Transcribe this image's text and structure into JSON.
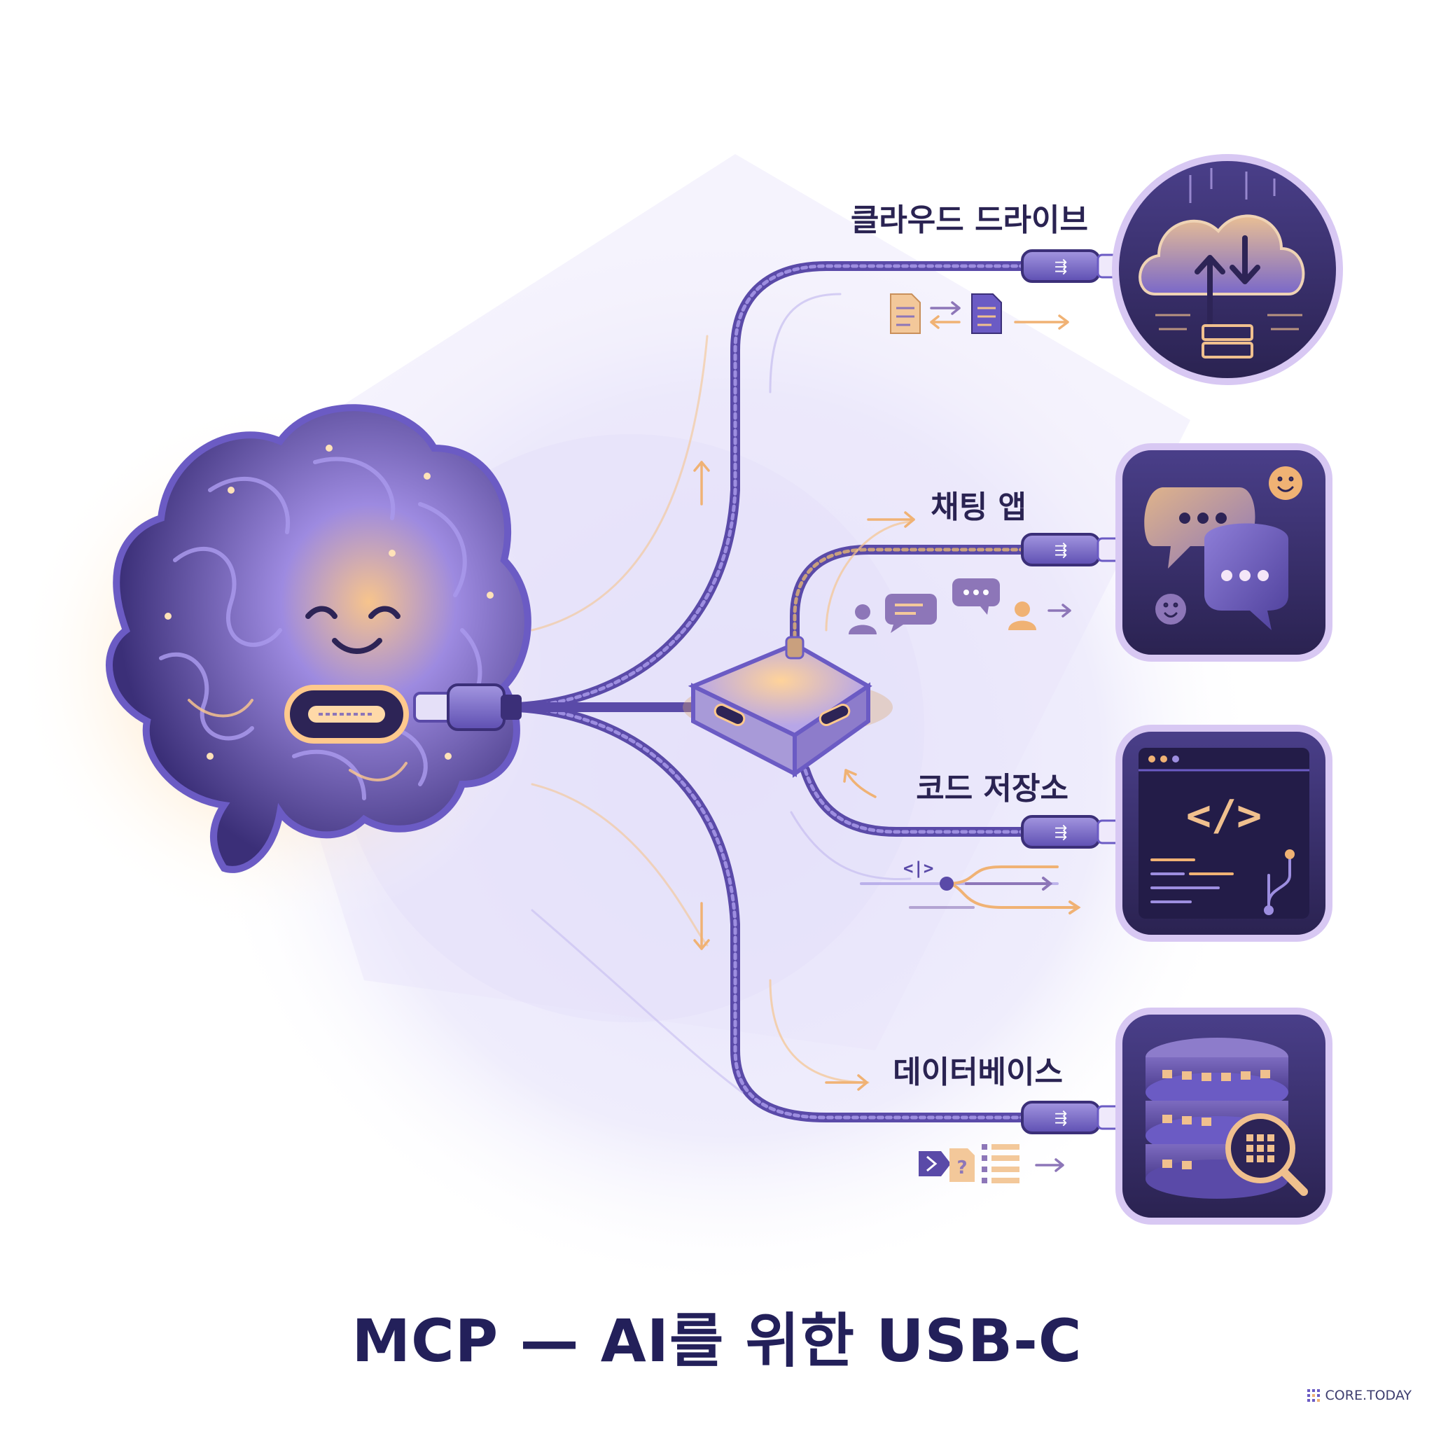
{
  "title": "MCP — AI를 위한 USB-C",
  "brand": "CORE.TODAY",
  "services": [
    {
      "id": "cloud",
      "label": "클라우드 드라이브",
      "icon": "cloud-upload-download-icon"
    },
    {
      "id": "chat",
      "label": "채팅 앱",
      "icon": "chat-bubbles-icon"
    },
    {
      "id": "code",
      "label": "코드 저장소",
      "icon": "code-editor-icon"
    },
    {
      "id": "db",
      "label": "데이터베이스",
      "icon": "database-search-icon"
    }
  ],
  "code_glyph": "</>",
  "flow_code_glyph": "<|>",
  "colors": {
    "primary": "#6a5acd",
    "dark": "#2d2456",
    "accent": "#f5b67a",
    "title": "#23205a"
  }
}
